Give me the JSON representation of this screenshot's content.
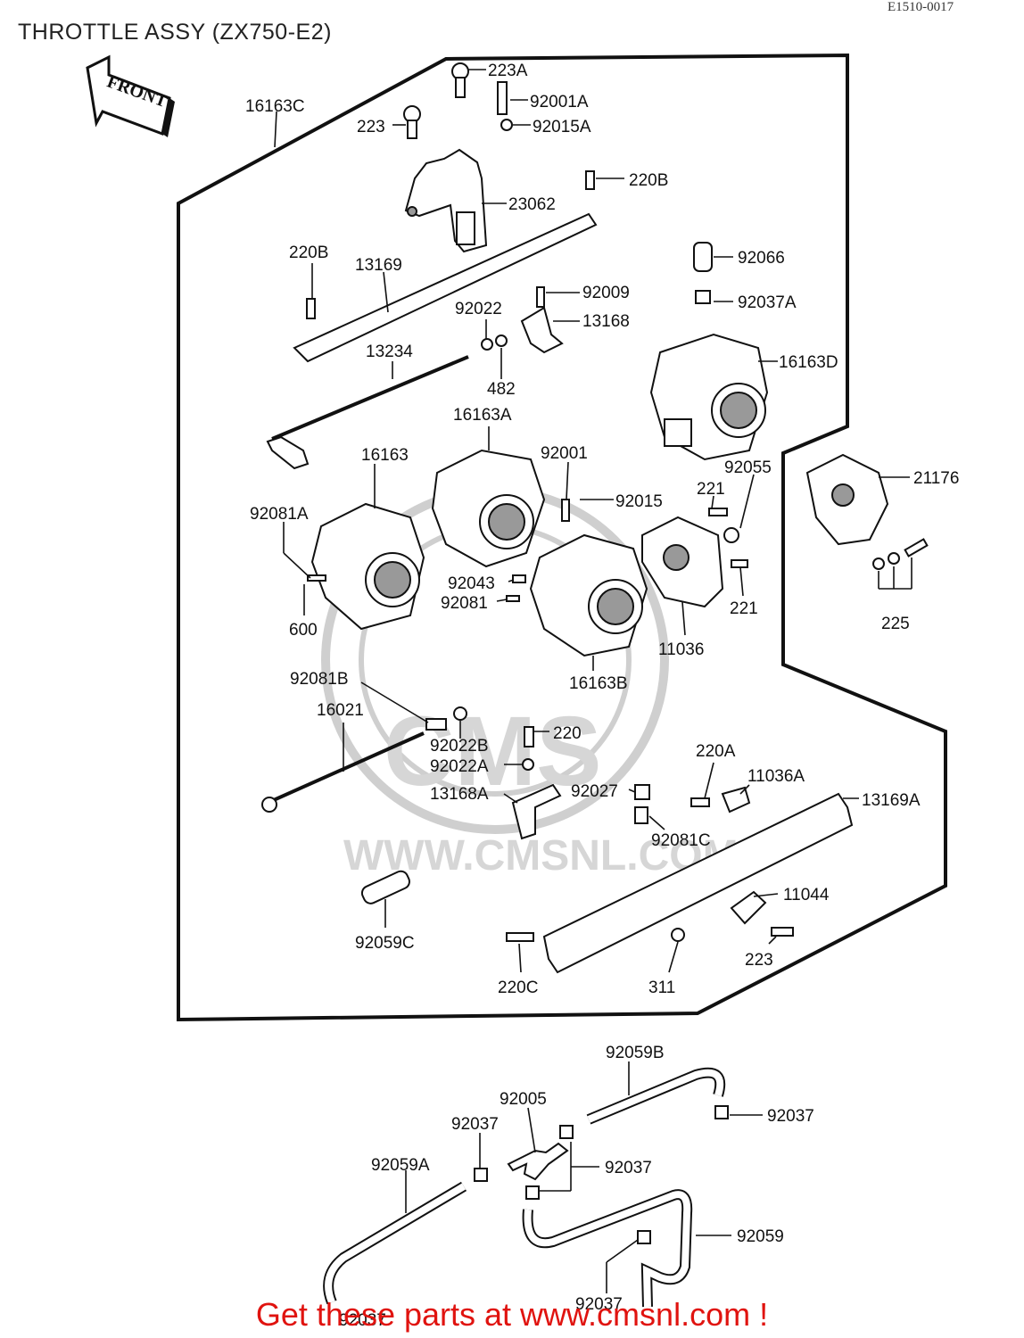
{
  "title": "THROTTLE ASSY (ZX750-E2)",
  "diagram_code": "E1510-0017",
  "front_label": "FRONT",
  "footer_text": "Get these parts at www.cmsnl.com !",
  "watermark": {
    "logo": "CMS",
    "url": "WWW.CMSNL.COM"
  },
  "labels": {
    "l_223A": "223A",
    "l_92001A": "92001A",
    "l_16163C": "16163C",
    "l_223": "223",
    "l_92015A": "92015A",
    "l_220B_top": "220B",
    "l_23062": "23062",
    "l_220B_left": "220B",
    "l_13169": "13169",
    "l_92066": "92066",
    "l_92009": "92009",
    "l_92022": "92022",
    "l_13168": "13168",
    "l_92037A": "92037A",
    "l_13234": "13234",
    "l_482": "482",
    "l_16163D": "16163D",
    "l_16163A": "16163A",
    "l_92001": "92001",
    "l_16163": "16163",
    "l_92055": "92055",
    "l_21176": "21176",
    "l_221_top": "221",
    "l_92015": "92015",
    "l_92081A": "92081A",
    "l_92043": "92043",
    "l_92081": "92081",
    "l_221_bot": "221",
    "l_225": "225",
    "l_600": "600",
    "l_11036": "11036",
    "l_16163B": "16163B",
    "l_92081B": "92081B",
    "l_16021": "16021",
    "l_220": "220",
    "l_92022B": "92022B",
    "l_220A": "220A",
    "l_92022A": "92022A",
    "l_11036A": "11036A",
    "l_92027": "92027",
    "l_13168A": "13168A",
    "l_13169A": "13169A",
    "l_92081C": "92081C",
    "l_11044": "11044",
    "l_92059C": "92059C",
    "l_223_bot": "223",
    "l_220C": "220C",
    "l_311": "311",
    "l_92059B": "92059B",
    "l_92005": "92005",
    "l_92037_a": "92037",
    "l_92037_b": "92037",
    "l_92059A": "92059A",
    "l_92037_c": "92037",
    "l_92059": "92059",
    "l_92037_d": "92037",
    "l_92037_e": "92037"
  }
}
